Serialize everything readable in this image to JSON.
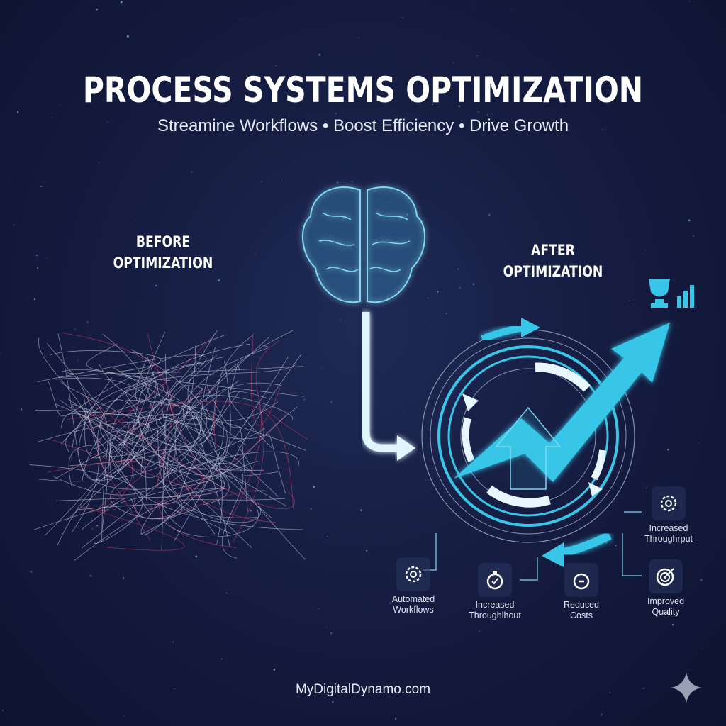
{
  "header": {
    "title": "PROCESS SYSTEMS OPTIMIZATION",
    "subtitle": "Streamine Workflows • Boost Efficiency • Drive Growth"
  },
  "before": {
    "line1": "BEFORE",
    "line2": "OPTIMIZATION"
  },
  "after": {
    "line1": "AFTER",
    "line2": "OPTIMIZATION"
  },
  "benefits": [
    {
      "label1": "Automated",
      "label2": "Workflows",
      "icon": "gear-icon"
    },
    {
      "label1": "Increased",
      "label2": "Throughlhout",
      "icon": "stopwatch-icon"
    },
    {
      "label1": "Reduced",
      "label2": "Costs",
      "icon": "timer-icon"
    },
    {
      "label1": "Increased",
      "label2": "Throughrput",
      "icon": "gear-icon"
    },
    {
      "label1": "Improved",
      "label2": "Quality",
      "icon": "target-icon"
    }
  ],
  "footer": {
    "site": "MyDigitalDynamo.com"
  },
  "colors": {
    "accent": "#37c6e8",
    "background": "#161d42",
    "tangle": "#c8cde0",
    "tangle_red": "#d0406a"
  }
}
